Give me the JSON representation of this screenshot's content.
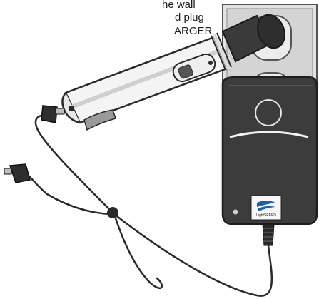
{
  "caption": {
    "line1": "he wall",
    "line2": "d plug",
    "line3": "ARGER"
  },
  "adapter": {
    "brand_label": "LightSPEED"
  },
  "colors": {
    "wall_plate": "#d6d6d6",
    "adapter_body": "#3c3c3c",
    "device_body": "#f2f2f2",
    "cable": "#2a2a2a",
    "brand_blue": "#1e5fa8"
  }
}
